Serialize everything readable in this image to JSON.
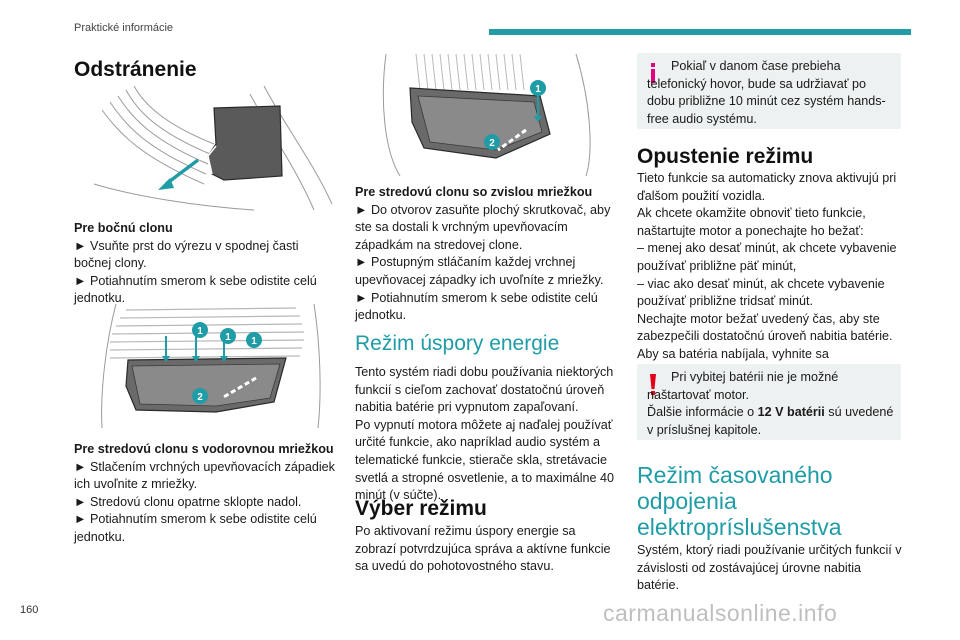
{
  "header": {
    "section": "Praktické informácie",
    "accent": "#1f9ca6"
  },
  "col1": {
    "title": "Odstránenie",
    "side_cover": {
      "heading": "Pre bočnú clonu",
      "steps": [
        "► Vsuňte prst do výrezu v spodnej časti bočnej clony.",
        "► Potiahnutím smerom k sebe odistite celú jednotku."
      ]
    },
    "middle_horizontal": {
      "heading": "Pre stredovú clonu s vodorovnou mriežkou",
      "steps": [
        "► Stlačením vrchných upevňovacích západiek ich uvoľnite z mriežky.",
        "► Stredovú clonu opatrne sklopte nadol.",
        "► Potiahnutím smerom k sebe odistite celú jednotku."
      ]
    },
    "fig2_badges": [
      "1",
      "1",
      "1",
      "2"
    ]
  },
  "col2": {
    "fig_badges": [
      "1",
      "2"
    ],
    "middle_vertical": {
      "heading": "Pre stredovú clonu so zvislou mriežkou",
      "steps": [
        "► Do otvorov zasuňte plochý skrutkovač, aby ste sa dostali k vrchným upevňovacím západkám na stredovej clone.",
        "► Postupným stláčaním každej vrchnej upevňovacej západky ich uvoľníte z mriežky.",
        "► Potiahnutím smerom k sebe odistite celú jednotku."
      ]
    },
    "eco_title": "Režim úspory energie",
    "eco_text": [
      "Tento systém riadi dobu používania niektorých funkcií s cieľom zachovať dostatočnú úroveň nabitia batérie pri vypnutom zapaľovaní.",
      "Po vypnutí motora môžete aj naďalej používať určité funkcie, ako napríklad audio systém a telematické funkcie, stierače skla, stretávacie svetlá a stropné osvetlenie, a to maximálne 40 minút (v súčte)."
    ],
    "select_title": "Výber režimu",
    "select_text": "Po aktivovaní režimu úspory energie sa zobrazí potvrdzujúca správa a aktívne funkcie sa uvedú do pohotovostného stavu."
  },
  "col3": {
    "info_icon": "i",
    "info_text": "Pokiaľ v danom čase prebieha telefonický hovor, bude sa udržiavať po dobu približne 10 minút cez systém hands-free audio systému.",
    "exit_title": "Opustenie režimu",
    "exit_text": [
      "Tieto funkcie sa automaticky znova aktivujú pri ďalšom použití vozidla.",
      "Ak chcete okamžite obnoviť tieto funkcie, naštartujte motor a ponechajte ho bežať:",
      "– menej ako desať minút, ak chcete vybavenie používať približne päť minút,",
      "– viac ako desať minút, ak chcete vybavenie používať približne tridsať minút.",
      "Nechajte motor bežať uvedený čas, aby ste zabezpečili dostatočnú úroveň nabitia batérie.",
      "Aby sa batéria nabíjala, vyhnite sa opakovanému alebo súvislému štartovaniu motora."
    ],
    "warn_icon": "!",
    "warn_text": "Pri vybitej batérii nie je možné naštartovať motor.",
    "warn_more_pre": "Ďalšie informácie o ",
    "warn_more_bold": "12 V batérii",
    "warn_more_post": " sú uvedené v príslušnej kapitole.",
    "timed_title": "Režim časovaného odpojenia elektropríslušenstva",
    "timed_text": "Systém, ktorý riadi používanie určitých funkcií v závislosti od zostávajúcej úrovne nabitia batérie."
  },
  "footer": {
    "page_number": "160",
    "watermark": "carmanualsonline.info"
  },
  "colors": {
    "teal": "#1f9ca6",
    "warning": "#e2001a",
    "info_pink": "#e5007e",
    "box_bg": "#eef1f1"
  }
}
